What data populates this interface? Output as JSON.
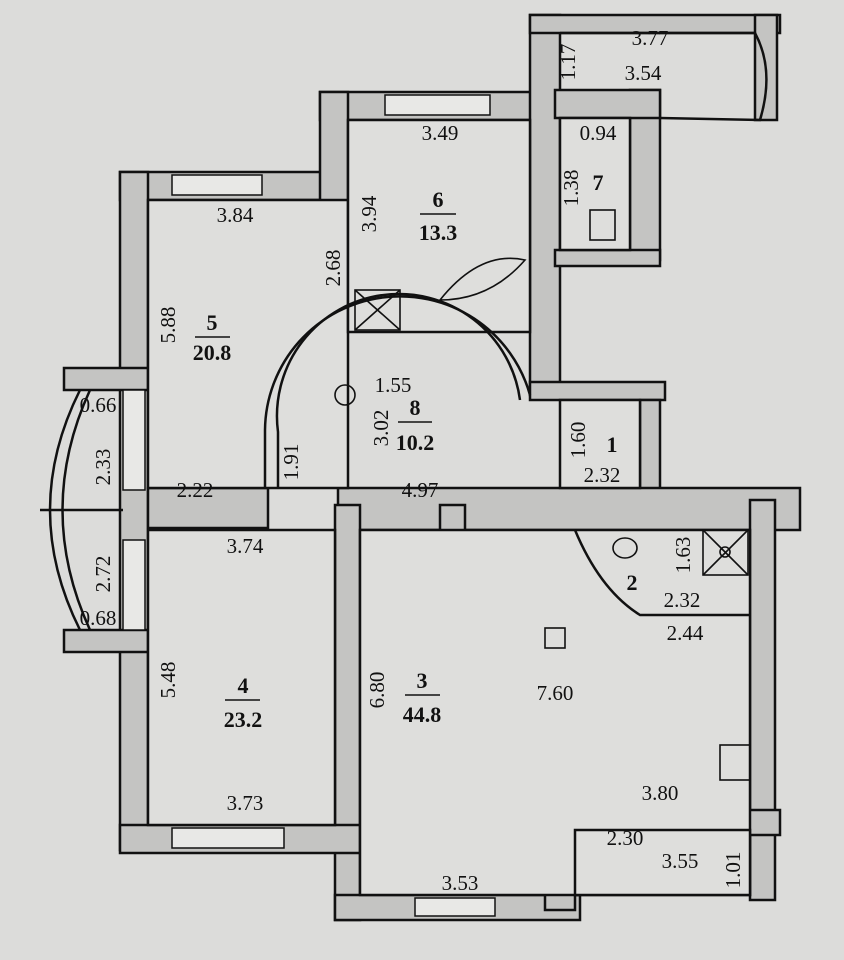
{
  "plan": {
    "rooms": [
      {
        "number": "1",
        "area": ""
      },
      {
        "number": "2",
        "area": ""
      },
      {
        "number": "3",
        "area": "44.8"
      },
      {
        "number": "4",
        "area": "23.2"
      },
      {
        "number": "5",
        "area": "20.8"
      },
      {
        "number": "6",
        "area": "13.3"
      },
      {
        "number": "7",
        "area": ""
      },
      {
        "number": "8",
        "area": "10.2"
      }
    ],
    "dimensions": {
      "top_balcony_top": "3.77",
      "top_balcony_bottom": "3.54",
      "top_balcony_depth": "1.17",
      "room7_width": "0.94",
      "room7_depth": "1.38",
      "room6_width": "3.49",
      "room6_depth": "3.94",
      "room6_side": "2.68",
      "room5_width": "3.84",
      "room5_depth": "5.88",
      "room5_bottom": "2.22",
      "bay_top": "0.66",
      "bay_upper": "2.33",
      "bay_lower": "2.72",
      "bay_bottom": "0.68",
      "hall_radius": "1.55",
      "hall_depth": "3.02",
      "hall_side": "1.91",
      "hall_width": "4.97",
      "room1_depth": "1.60",
      "room1_width": "2.32",
      "room2_depth": "1.63",
      "room2_width": "2.32",
      "room3_upper": "2.44",
      "room4_top": "3.74",
      "room4_depth": "5.48",
      "room4_bottom": "3.73",
      "room3_depth": "6.80",
      "room3_width": "7.60",
      "room3_right": "3.80",
      "room3_bottom": "3.53",
      "balcony_upper": "2.30",
      "balcony_lower": "3.55",
      "balcony_depth": "1.01"
    }
  }
}
